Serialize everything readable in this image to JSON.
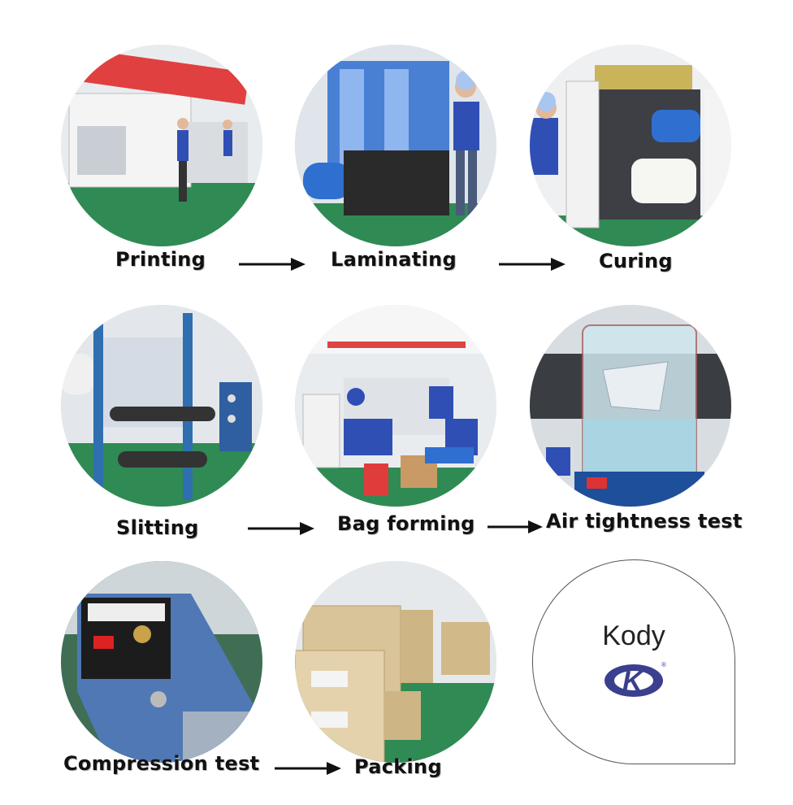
{
  "steps": [
    {
      "label": "Printing",
      "icon": "printing-press-photo"
    },
    {
      "label": "Laminating",
      "icon": "laminating-machine-photo"
    },
    {
      "label": "Curing",
      "icon": "curing-oven-photo"
    },
    {
      "label": "Slitting",
      "icon": "slitting-machine-photo"
    },
    {
      "label": "Bag forming",
      "icon": "bag-forming-photo"
    },
    {
      "label": "Air tightness test",
      "icon": "air-tightness-tank-photo"
    },
    {
      "label": "Compression test",
      "icon": "compression-sealer-photo"
    },
    {
      "label": "Packing",
      "icon": "warehouse-boxes-photo"
    }
  ],
  "brand": {
    "name": "Kody",
    "mark": "K",
    "registered": "®",
    "color": "#3a3f8f"
  },
  "colors": {
    "worker_shirt": "#2f4fb5",
    "floor_green": "#2f8a54",
    "film_blue": "#2f6fd0",
    "arrow": "#111111"
  }
}
